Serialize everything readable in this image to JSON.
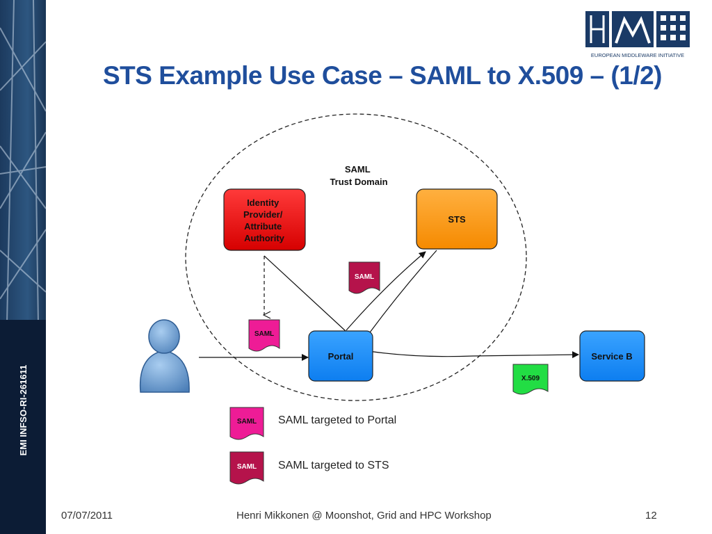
{
  "slide": {
    "title": "STS Example Use Case – SAML to X.509 – (1/2)",
    "sidebar_text": "EMI INFSO-RI-261611",
    "logo_text": "EUROPEAN MIDDLEWARE INITIATIVE"
  },
  "diagram": {
    "trust_domain_label": [
      "SAML",
      "Trust Domain"
    ],
    "nodes": {
      "idp": [
        "Identity",
        "Provider/",
        "Attribute",
        "Authority"
      ],
      "sts": "STS",
      "portal": "Portal",
      "service_b": "Service B"
    },
    "tokens": {
      "saml_portal": "SAML",
      "saml_sts": "SAML",
      "x509": "X.509"
    },
    "legend": [
      {
        "token": "SAML",
        "text": "SAML targeted to Portal"
      },
      {
        "token": "SAML",
        "text": "SAML targeted to STS"
      }
    ]
  },
  "footer": {
    "date": "07/07/2011",
    "author": "Henri Mikkonen @  Moonshot, Grid and HPC Workshop",
    "page": "12"
  },
  "colors": {
    "title": "#1f4e9c",
    "idp": "#e81010",
    "sts": "#ff9a1a",
    "portal": "#1e90ff",
    "saml_portal_token": "#ee1c96",
    "saml_sts_token": "#b5134b",
    "x509_token": "#22dd44"
  }
}
